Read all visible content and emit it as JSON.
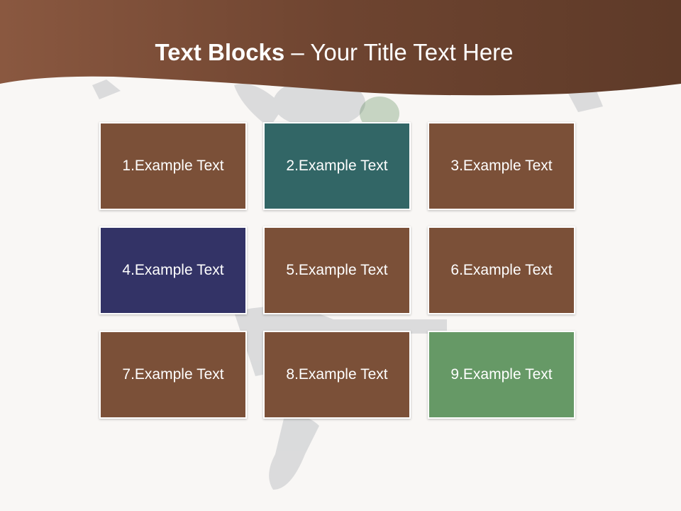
{
  "title": {
    "bold": "Text Blocks",
    "dash": " – ",
    "rest": "Your Title Text Here"
  },
  "colors": {
    "header": "#6e4430",
    "brown": "#7b5038",
    "teal": "#326666",
    "navy": "#333366",
    "green": "#669966"
  },
  "blocks": [
    {
      "label": "1.Example Text",
      "color": "#7b5038"
    },
    {
      "label": "2.Example Text",
      "color": "#326666"
    },
    {
      "label": "3.Example Text",
      "color": "#7b5038"
    },
    {
      "label": "4.Example Text",
      "color": "#333366"
    },
    {
      "label": "5.Example Text",
      "color": "#7b5038"
    },
    {
      "label": "6.Example Text",
      "color": "#7b5038"
    },
    {
      "label": "7.Example Text",
      "color": "#7b5038"
    },
    {
      "label": "8.Example Text",
      "color": "#7b5038"
    },
    {
      "label": "9.Example Text",
      "color": "#669966"
    }
  ]
}
